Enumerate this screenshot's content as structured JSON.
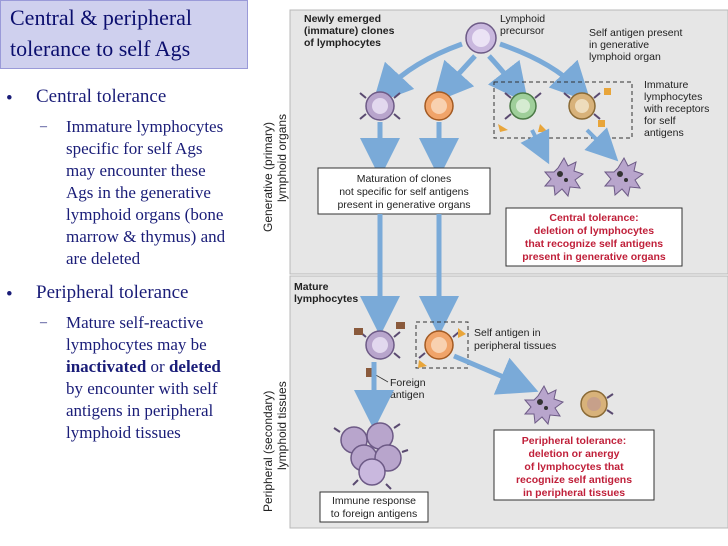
{
  "slide": {
    "title_line1": "Central & peripheral",
    "title_line2": "tolerance to self Ags",
    "bullet_symbol": "•",
    "sub_bullet_symbol": "–",
    "central_heading": "Central tolerance",
    "central_lines": [
      "Immature lymphocytes",
      "specific for self Ags",
      "may encounter these",
      "Ags in the generative",
      "lymphoid organs (bone",
      "marrow & thymus) and",
      "are deleted"
    ],
    "peripheral_heading": "Peripheral tolerance",
    "peripheral_line1": "Mature self-reactive",
    "peripheral_line2": "lymphocytes may be",
    "peripheral_inactivated": "inactivated",
    "peripheral_or": " or ",
    "peripheral_deleted": "deleted",
    "peripheral_line4": "by encounter with self",
    "peripheral_line5": "antigens in peripheral",
    "peripheral_line6": "lymphoid tissues"
  },
  "diagram": {
    "generative_label_1": "Generative (primary)",
    "generative_label_2": "lymphoid organs",
    "peripheral_label_1": "Peripheral (secondary)",
    "peripheral_label_2": "lymphoid tissues",
    "newly_emerged": [
      "Newly emerged",
      "(immature) clones",
      "of lymphocytes"
    ],
    "lymphoid_precursor": [
      "Lymphoid",
      "precursor"
    ],
    "self_antigen_generative": [
      "Self antigen present",
      "in generative",
      "lymphoid organ"
    ],
    "immature_receptors": [
      "Immature",
      "lymphocytes",
      "with receptors",
      "for self",
      "antigens"
    ],
    "maturation": [
      "Maturation of clones",
      "not specific for self antigens",
      "present in generative organs"
    ],
    "central_box": [
      "Central tolerance:",
      "deletion of lymphocytes",
      "that recognize self antigens",
      "present in generative organs"
    ],
    "mature_lymphocytes": [
      "Mature",
      "lymphocytes"
    ],
    "self_antigen_peripheral": [
      "Self antigen in",
      "peripheral tissues"
    ],
    "foreign_antigen": [
      "Foreign",
      "antigen"
    ],
    "immune_response": [
      "Immune response",
      "to foreign antigens"
    ],
    "peripheral_box": [
      "Peripheral tolerance:",
      "deletion or anergy",
      "of lymphocytes that",
      "recognize self antigens",
      "in peripheral tissues"
    ],
    "colors": {
      "panel": "#e6e6e6",
      "arrow": "#7aaad8",
      "cell_lavender": "#b8a5cc",
      "cell_orange": "#f0a46a",
      "cell_green": "#9fcf9a",
      "cell_tan": "#d8b27a",
      "red_text": "#c0203a",
      "antigen": "#e8a53a",
      "foreign_antigen": "#8a5a3c"
    }
  }
}
